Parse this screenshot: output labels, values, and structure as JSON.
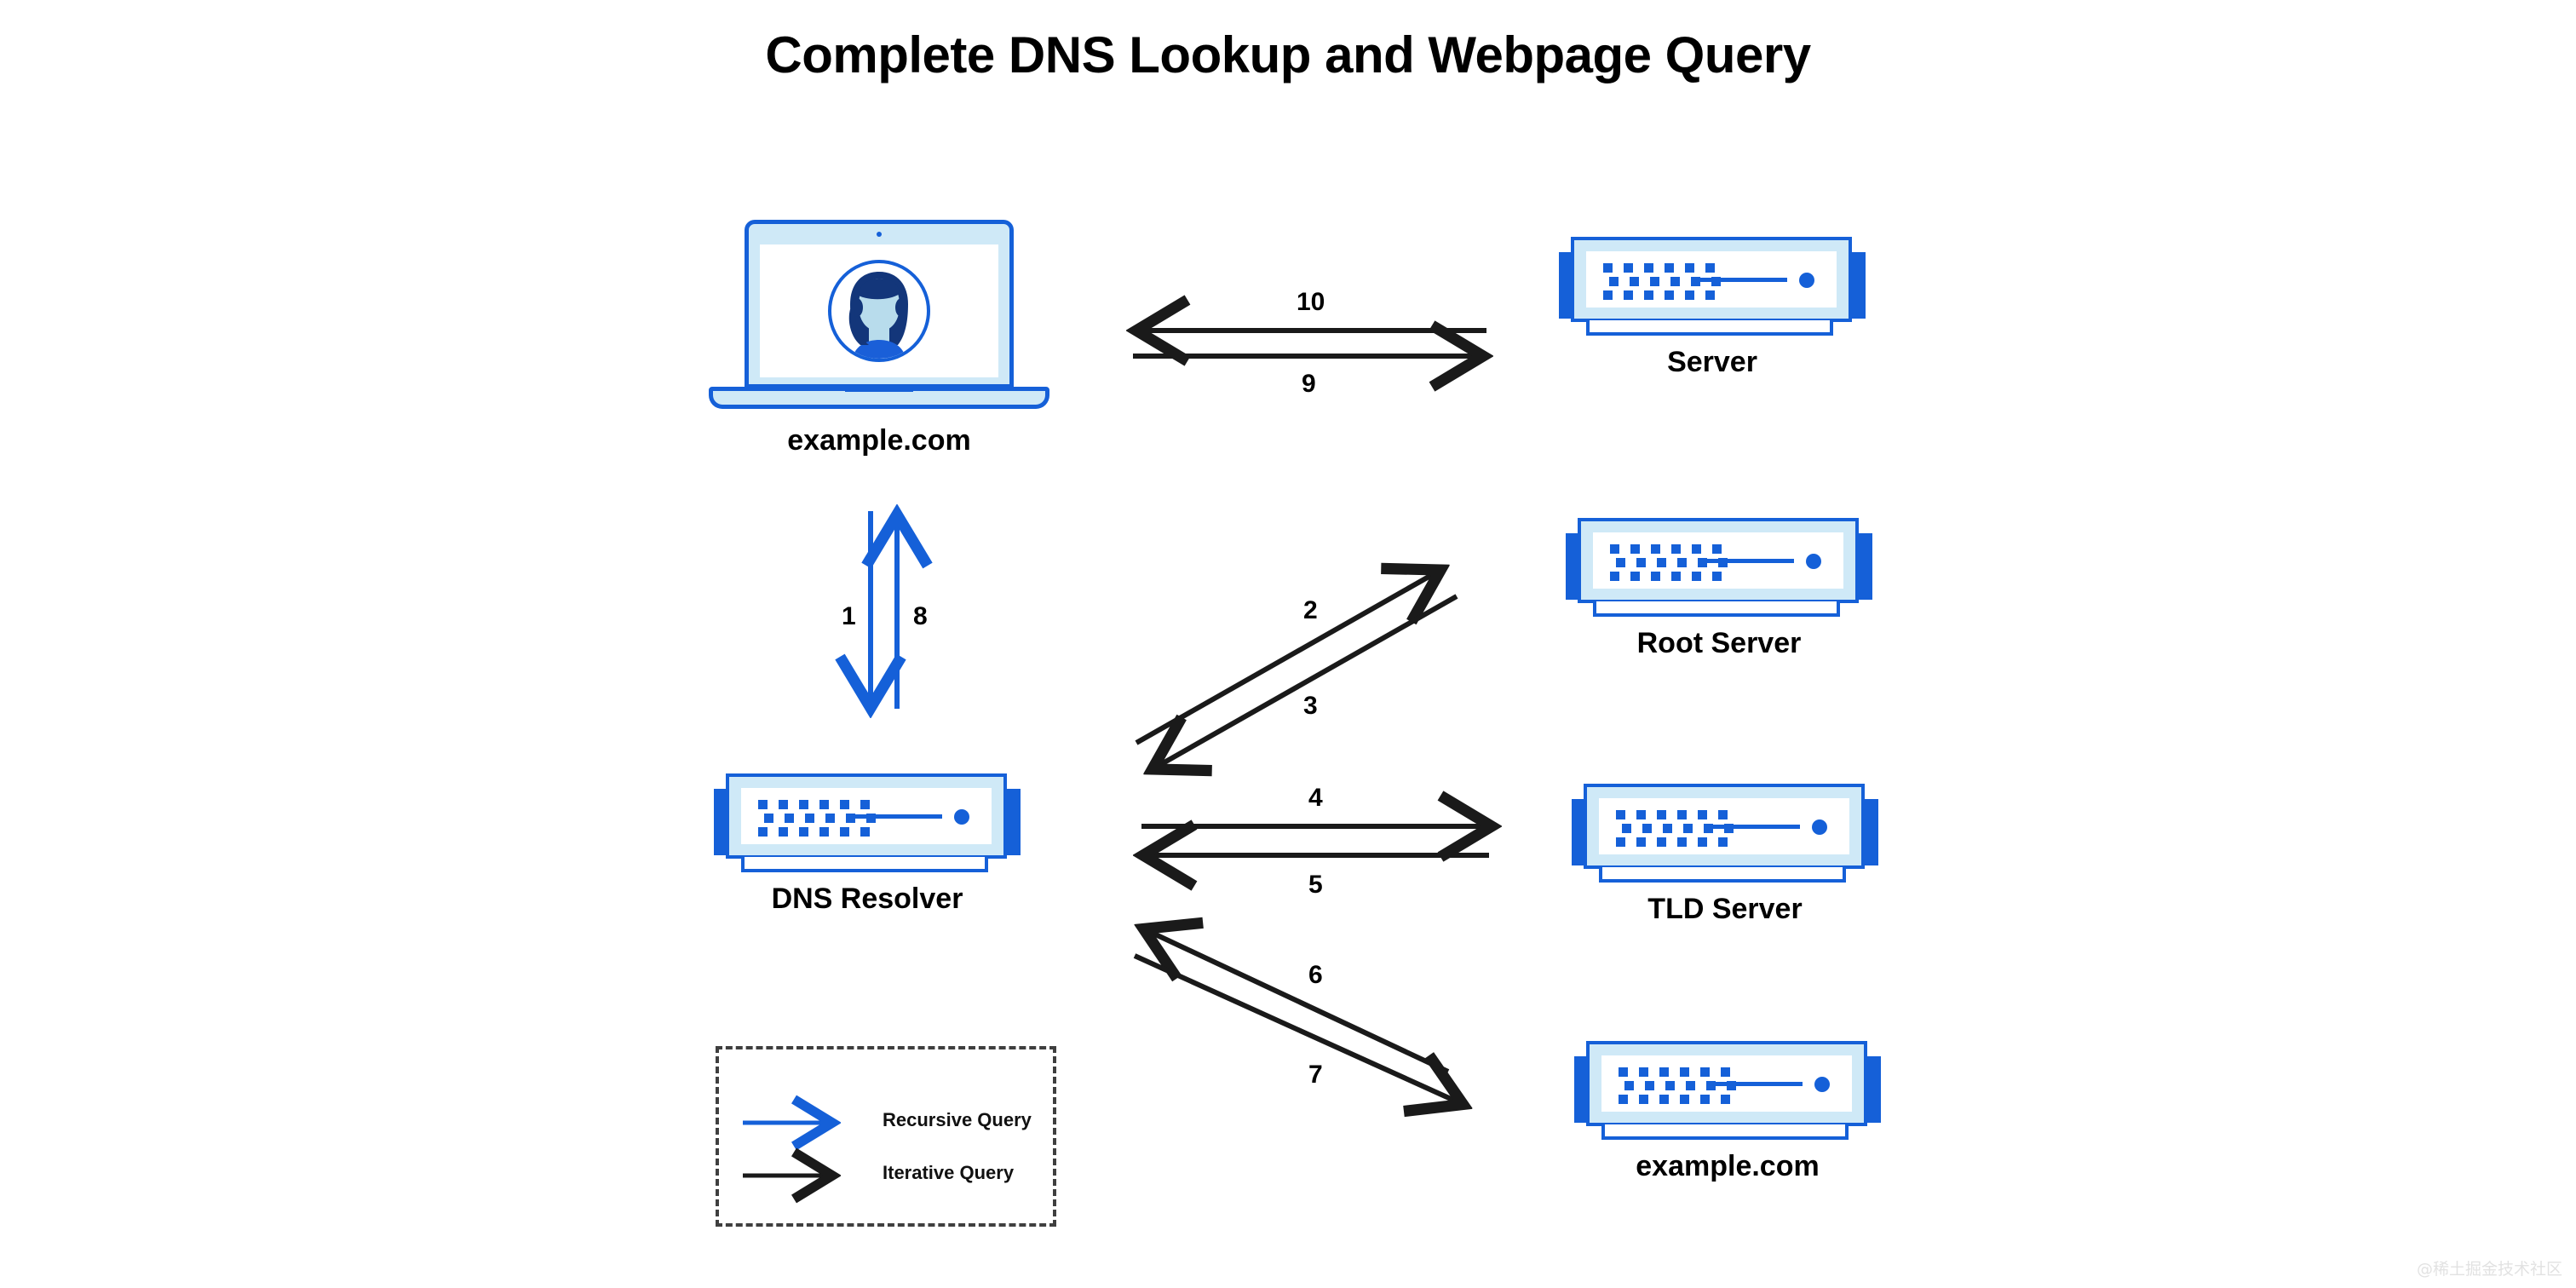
{
  "title": "Complete DNS Lookup and Webpage Query",
  "colors": {
    "primary_blue": "#1560d8",
    "light_blue": "#cfe9f7",
    "arrow_black": "#1a1a1a",
    "arrow_blue": "#1560d8",
    "avatar_hair": "#13367a",
    "avatar_face": "#b8dcec",
    "avatar_shirt": "#1a5fd8",
    "legend_border": "#3f3f3f"
  },
  "nodes": {
    "client": {
      "label": "example.com",
      "icon": "laptop-with-user-icon"
    },
    "web_server": {
      "label": "Server",
      "icon": "server-icon"
    },
    "root_server": {
      "label": "Root Server",
      "icon": "server-icon"
    },
    "dns_resolver": {
      "label": "DNS Resolver",
      "icon": "server-icon"
    },
    "tld_server": {
      "label": "TLD Server",
      "icon": "server-icon"
    },
    "authoritative_server": {
      "label": "example.com",
      "icon": "server-icon"
    }
  },
  "steps": [
    {
      "n": "1",
      "from": "client",
      "to": "dns_resolver",
      "type": "recursive",
      "direction": "down",
      "color": "#1560d8"
    },
    {
      "n": "2",
      "from": "dns_resolver",
      "to": "root_server",
      "type": "iterative",
      "direction": "up-right",
      "color": "#1a1a1a"
    },
    {
      "n": "3",
      "from": "root_server",
      "to": "dns_resolver",
      "type": "iterative",
      "direction": "down-left",
      "color": "#1a1a1a"
    },
    {
      "n": "4",
      "from": "dns_resolver",
      "to": "tld_server",
      "type": "iterative",
      "direction": "right",
      "color": "#1a1a1a"
    },
    {
      "n": "5",
      "from": "tld_server",
      "to": "dns_resolver",
      "type": "iterative",
      "direction": "left",
      "color": "#1a1a1a"
    },
    {
      "n": "6",
      "from": "authoritative_server",
      "to": "dns_resolver",
      "type": "iterative",
      "direction": "up-left",
      "color": "#1a1a1a"
    },
    {
      "n": "7",
      "from": "dns_resolver",
      "to": "authoritative_server",
      "type": "iterative",
      "direction": "down-right",
      "color": "#1a1a1a"
    },
    {
      "n": "8",
      "from": "dns_resolver",
      "to": "client",
      "type": "recursive",
      "direction": "up",
      "color": "#1560d8"
    },
    {
      "n": "9",
      "from": "client",
      "to": "web_server",
      "type": "iterative",
      "direction": "right",
      "color": "#1a1a1a"
    },
    {
      "n": "10",
      "from": "web_server",
      "to": "client",
      "type": "iterative",
      "direction": "left",
      "color": "#1a1a1a"
    }
  ],
  "legend": {
    "items": [
      {
        "label": "Recursive Query",
        "color": "#1560d8",
        "icon": "right-arrow-icon"
      },
      {
        "label": "Iterative Query",
        "color": "#1a1a1a",
        "icon": "right-arrow-icon"
      }
    ]
  },
  "watermark": "@稀土掘金技术社区"
}
